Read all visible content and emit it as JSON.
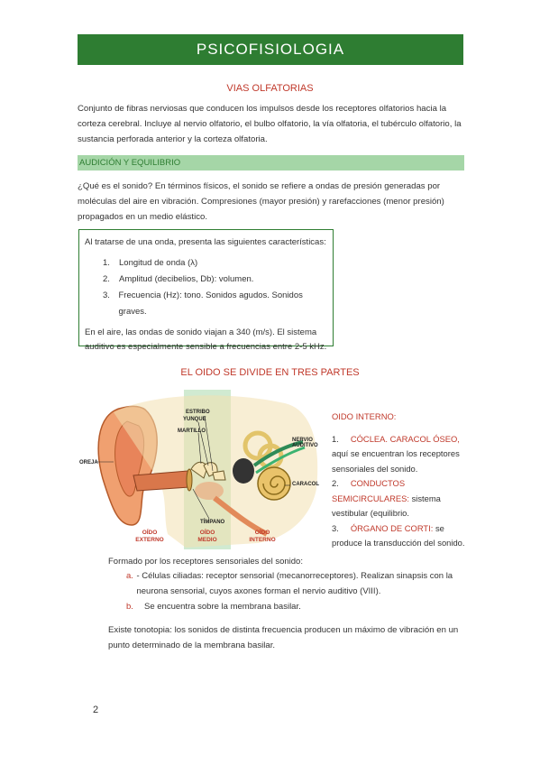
{
  "header": {
    "title": "PSICOFISIOLOGIA"
  },
  "olfactory": {
    "title": "VIAS OLFATORIAS",
    "text": "Conjunto de fibras nerviosas que conducen los impulsos desde los receptores olfatorios hacia la corteza cerebral. Incluye al nervio olfatorio, el bulbo olfatorio, la vía olfatoria, el tubérculo olfatorio, la sustancia perforada anterior y la corteza olfatoria."
  },
  "hearing": {
    "heading": "AUDICIÓN Y EQUILIBRIO",
    "text": "¿Qué es el sonido? En términos físicos, el sonido se refiere a ondas de presión generadas por moléculas del aire en vibración. Compresiones (mayor presión) y rarefacciones (menor presión) propagados en un medio elástico."
  },
  "box": {
    "intro": "Al tratarse de una onda, presenta las siguientes características:",
    "items": [
      {
        "num": "1.",
        "text": "Longitud de onda (λ)"
      },
      {
        "num": "2.",
        "text": "Amplitud (decibelios, Db): volumen."
      },
      {
        "num": "3.",
        "text": "Frecuencia (Hz): tono. Sonidos agudos. Sonidos graves."
      }
    ],
    "outro": "En el aire, las ondas de sonido viajan a 340 (m/s). El sistema auditivo es especialmente sensible a frecuencias entre 2-5 kHz."
  },
  "ear": {
    "title": "EL OIDO SE DIVIDE EN TRES PARTES",
    "labels": {
      "estribo": "ESTRIBO",
      "yunque": "YUNQUE",
      "martillo": "MARTILLO",
      "nervio1": "NERVIO",
      "nervio2": "AUDITIVO",
      "oreja": "OREJA",
      "caracol": "CARACOL",
      "timpano": "TÍMPANO",
      "oido_ext1": "OÍDO",
      "oido_ext2": "EXTERNO",
      "oido_med1": "OÍDO",
      "oido_med2": "MEDIO",
      "oido_int1": "OÍDO",
      "oido_int2": "INTERNO"
    }
  },
  "inner": {
    "title": "OIDO INTERNO:",
    "p1_num": "1.",
    "p1_red": "CÓCLEA. CARACOL ÓSEO,",
    "p1_text": " aquí se encuentran los receptores sensoriales del sonido.",
    "p2_num": "2.",
    "p2_red": "CONDUCTOS SEMICIRCULARES:",
    "p2_text": " sistema vestibular (equilibrio.",
    "p3_num": "3.",
    "p3_red": "ÓRGANO DE CORTI:",
    "p3_text": " se produce la transducción del sonido."
  },
  "formed": {
    "text": "Formado por los receptores sensoriales del sonido:",
    "a_letter": "a.",
    "a_text": "- Células ciliadas: receptor sensorial (mecanorreceptores). Realizan sinapsis con la neurona sensorial, cuyos axones forman el nervio auditivo (VIII).",
    "b_letter": "b.",
    "b_text": "Se encuentra sobre la membrana basilar."
  },
  "tonotopy": {
    "text": "Existe tonotopia: los sonidos de distinta frecuencia producen un máximo de vibración en un punto determinado de la membrana basilar."
  },
  "page": {
    "number": "2"
  }
}
